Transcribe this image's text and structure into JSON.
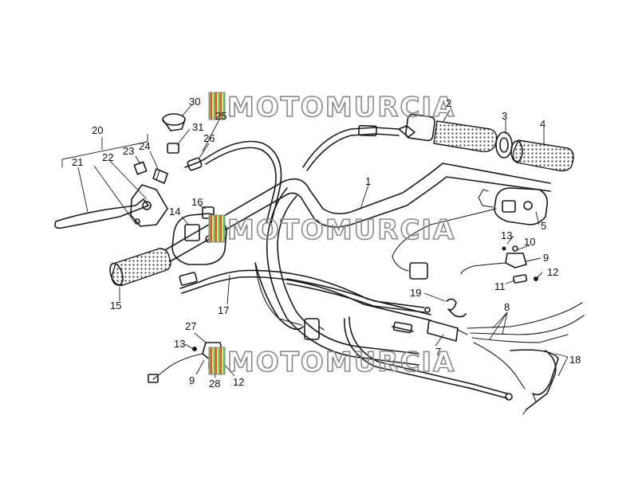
{
  "watermark": {
    "text": "MOTOMURCIA",
    "colors": {
      "outline": "#8a8a8a",
      "red": "#e05050",
      "yellow": "#e8e060",
      "green": "#60c060"
    }
  },
  "callouts": {
    "n1": "1",
    "n2": "2",
    "n3": "3",
    "n4": "4",
    "n5": "5",
    "n7": "7",
    "n8": "8",
    "n9a": "9",
    "n9b": "9",
    "n10": "10",
    "n11": "11",
    "n12a": "12",
    "n12b": "12",
    "n13a": "13",
    "n13b": "13",
    "n14": "14",
    "n15": "15",
    "n16": "16",
    "n17": "17",
    "n18": "18",
    "n19": "19",
    "n20": "20",
    "n21": "21",
    "n22": "22",
    "n23": "23",
    "n24": "24",
    "n25": "25",
    "n26": "26",
    "n27": "27",
    "n28": "28",
    "n30": "30",
    "n31": "31"
  }
}
